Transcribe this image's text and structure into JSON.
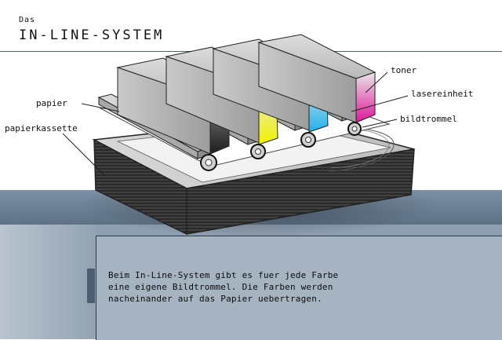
{
  "header": {
    "kicker": "Das",
    "title": "IN-LINE-SYSTEM"
  },
  "labels": {
    "toner": "toner",
    "lasereinheit": "lasereinheit",
    "bildtrommel": "bildtrommel",
    "papier": "papier",
    "papierkassette": "papierkassette"
  },
  "caption": "Beim In-Line-System gibt es fuer jede Farbe\neine eigene Bildtrommel. Die Farben werden\nnacheinander auf das Papier uebertragen.",
  "colors": {
    "black": "#2b2b2b",
    "yellow": "#f2f200",
    "cyan": "#1fb2ea",
    "magenta": "#e0159a",
    "band": "#6b7f94",
    "panel": "#a6b3c1"
  }
}
